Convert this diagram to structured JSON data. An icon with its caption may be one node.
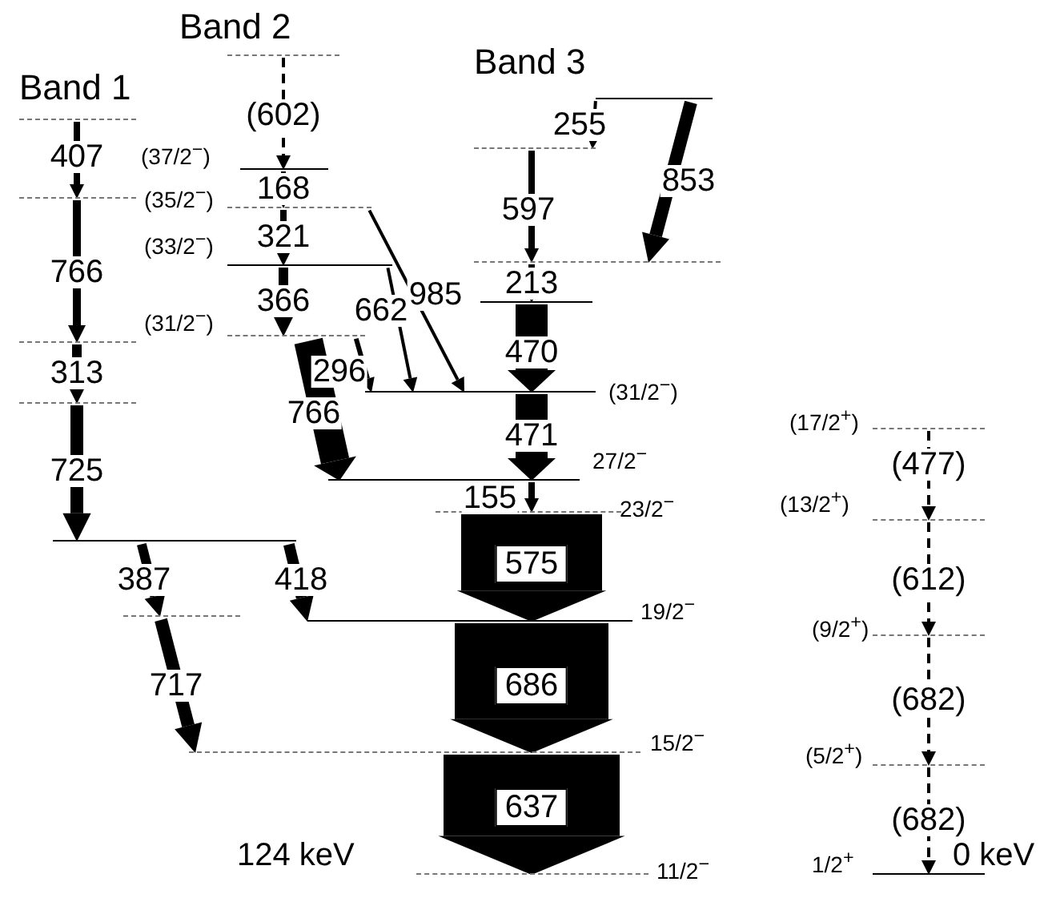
{
  "diagram": {
    "nodes": [
      {
        "text": [],
        "shape": "line"
      },
      {
        "text": [],
        "shape": "line"
      },
      {
        "text": [],
        "shape": "line"
      },
      {
        "text": [],
        "shape": "line"
      },
      {
        "text": [],
        "shape": "line"
      },
      {
        "text": [],
        "shape": "line"
      },
      {
        "text": [],
        "shape": "line"
      },
      {
        "text": [],
        "shape": "line",
        "beside": [
          "(37/2$^{−}$)"
        ]
      },
      {
        "text": [],
        "shape": "line",
        "beside": [
          "(35/2$^{−}$)"
        ]
      },
      {
        "text": [],
        "shape": "line",
        "beside": [
          "(33/2$^{−}$)"
        ]
      },
      {
        "text": [],
        "shape": "line",
        "beside": [
          "(31/2$^{−}$)"
        ]
      },
      {
        "text": [],
        "shape": "line"
      },
      {
        "text": [],
        "shape": "line"
      },
      {
        "text": [],
        "shape": "line"
      },
      {
        "text": [],
        "shape": "line"
      },
      {
        "text": [],
        "shape": "line",
        "beside": [
          "(31/2$^{−}$)"
        ]
      },
      {
        "text": [],
        "shape": "line",
        "beside": [
          "27/2$^{−}$"
        ]
      },
      {
        "text": [],
        "shape": "line",
        "beside": [
          "23/2$^{−}$"
        ]
      },
      {
        "text": [],
        "shape": "line",
        "beside": [
          "19/2$^{−}$"
        ]
      },
      {
        "text": [],
        "shape": "line",
        "beside": [
          "15/2$^{−}$"
        ]
      },
      {
        "text": [],
        "shape": "line",
        "beside": [
          "124 keV",
          "11/2$^{−}$"
        ]
      },
      {
        "text": [],
        "shape": "line",
        "beside": [
          "(17/2$^{+}$)"
        ]
      },
      {
        "text": [],
        "shape": "line",
        "beside": [
          "(13/2$^{+}$)"
        ]
      },
      {
        "text": [],
        "shape": "line",
        "beside": [
          "(9/2$^{+}$)"
        ]
      },
      {
        "text": [],
        "shape": "line",
        "beside": [
          "(5/2$^{+}$)"
        ]
      },
      {
        "text": [],
        "shape": "line",
        "beside": [
          "1/2$^{+}$",
          "0 keV"
        ]
      }
    ],
    "edges": [
      {
        "from": 0,
        "to": 1,
        "arrow": "to",
        "label": "407"
      },
      {
        "from": 1,
        "to": 2,
        "arrow": "to",
        "label": "766"
      },
      {
        "from": 2,
        "to": 3,
        "arrow": "to",
        "label": "313"
      },
      {
        "from": 3,
        "to": 4,
        "arrow": "to",
        "label": "725",
        "style": "thick"
      },
      {
        "from": 4,
        "to": 5,
        "arrow": "to",
        "label": "387"
      },
      {
        "from": 5,
        "to": 19,
        "arrow": "to",
        "label": "717",
        "style": "thick"
      },
      {
        "from": 4,
        "to": 18,
        "arrow": "to",
        "label": "418"
      },
      {
        "from": 6,
        "to": 7,
        "arrow": "to",
        "label": "(602)",
        "style": "dashed"
      },
      {
        "from": 7,
        "to": 8,
        "arrow": "to",
        "label": "168"
      },
      {
        "from": 8,
        "to": 9,
        "arrow": "to",
        "label": "321"
      },
      {
        "from": 9,
        "to": 10,
        "arrow": "to",
        "label": "366"
      },
      {
        "from": 10,
        "to": 16,
        "arrow": "to",
        "label": "766",
        "style": "thick"
      },
      {
        "from": 10,
        "to": 15,
        "arrow": "to",
        "label": "296"
      },
      {
        "from": 9,
        "to": 15,
        "arrow": "to",
        "label": "662"
      },
      {
        "from": 8,
        "to": 15,
        "arrow": "to",
        "label": "985"
      },
      {
        "from": 11,
        "to": 12,
        "arrow": "to",
        "label": "255"
      },
      {
        "from": 12,
        "to": 13,
        "arrow": "to",
        "label": "597"
      },
      {
        "from": 11,
        "to": 13,
        "arrow": "to",
        "label": "853",
        "style": "thick"
      },
      {
        "from": 13,
        "to": 14,
        "arrow": "to",
        "label": "213"
      },
      {
        "from": 14,
        "to": 15,
        "arrow": "to",
        "label": "470",
        "style": "thick"
      },
      {
        "from": 15,
        "to": 16,
        "arrow": "to",
        "label": "471",
        "style": "thick"
      },
      {
        "from": 16,
        "to": 17,
        "arrow": "to",
        "label": "155"
      },
      {
        "from": 17,
        "to": 18,
        "arrow": "to",
        "label": "575",
        "style": "thick"
      },
      {
        "from": 18,
        "to": 19,
        "arrow": "to",
        "label": "686",
        "style": "thick"
      },
      {
        "from": 19,
        "to": 20,
        "arrow": "to",
        "label": "637",
        "style": "thick"
      },
      {
        "from": 21,
        "to": 22,
        "arrow": "to",
        "label": "(477)",
        "style": "dashed"
      },
      {
        "from": 22,
        "to": 23,
        "arrow": "to",
        "label": "(612)",
        "style": "dashed"
      },
      {
        "from": 23,
        "to": 24,
        "arrow": "to",
        "label": "(682)",
        "style": "dashed"
      },
      {
        "from": 24,
        "to": 25,
        "arrow": "to",
        "label": "(682)",
        "style": "dashed"
      }
    ],
    "labels": [
      "Band 1",
      "Band 2",
      "Band 3"
    ]
  }
}
